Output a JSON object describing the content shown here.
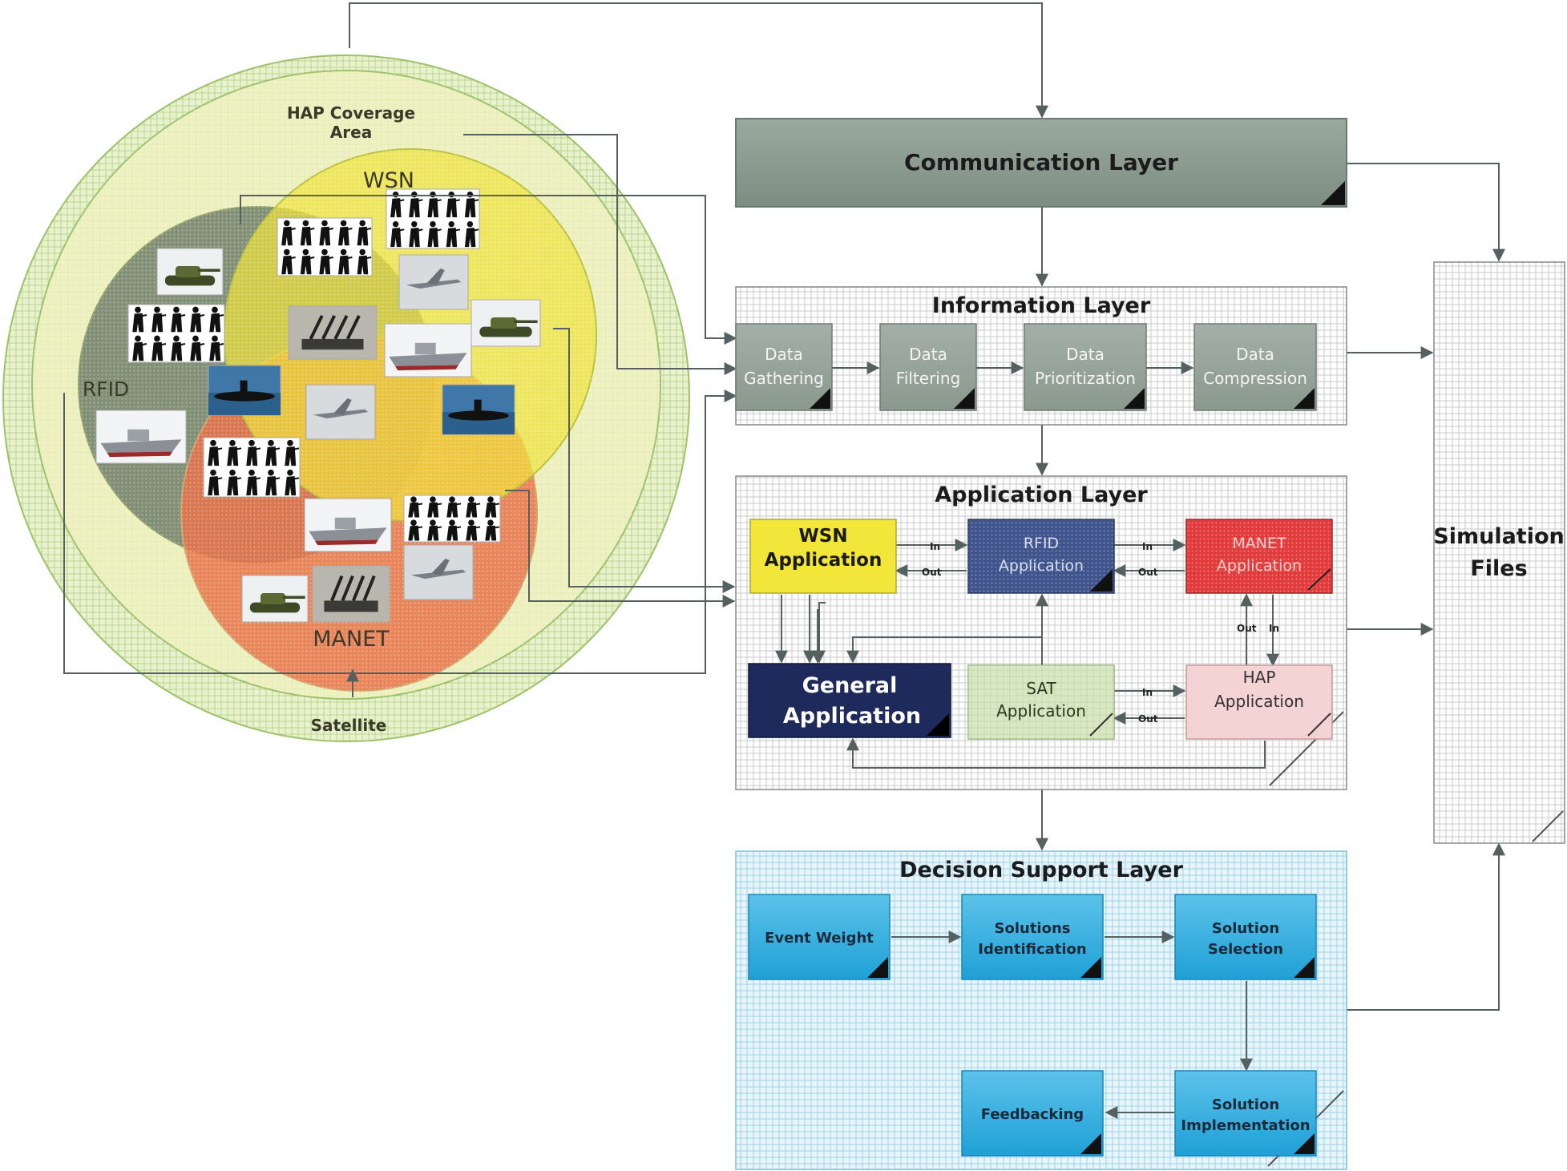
{
  "colors": {
    "communication": "#8a9a8e",
    "info_box": "#97a59b",
    "wsn": "#f2e63a",
    "rfid": "#3f548c",
    "manet": "#e23b3b",
    "general": "#1f2a5c",
    "sat": "#c7dea8",
    "hap": "#f3d3d3",
    "decision": "#2ea9dc",
    "line": "#556060"
  },
  "network": {
    "hap_label": "HAP Coverage\nArea",
    "satellite_label": "Satellite",
    "wsn_label": "WSN",
    "rfid_label": "RFID",
    "manet_label": "MANET"
  },
  "communication_layer": {
    "title": "Communication Layer"
  },
  "information_layer": {
    "title": "Information Layer",
    "steps": [
      "Data\nGathering",
      "Data\nFiltering",
      "Data\nPrioritization",
      "Data\nCompression"
    ]
  },
  "application_layer": {
    "title": "Application Layer",
    "wsn_app": "WSN\nApplication",
    "rfid_app": "RFID\nApplication",
    "manet_app": "MANET\nApplication",
    "general_app": "General\nApplication",
    "sat_app": "SAT\nApplication",
    "hap_app": "HAP\nApplication",
    "in_label": "In",
    "out_label": "Out"
  },
  "decision_layer": {
    "title": "Decision Support Layer",
    "steps": [
      "Event Weight",
      "Solutions\nIdentification",
      "Solution\nSelection",
      "Solution\nImplementation",
      "Feedbacking"
    ]
  },
  "simulation": {
    "title": "Simulation\nFiles"
  },
  "icons": {
    "soldier": "soldier-silhouette-icon",
    "tank": "tank-icon",
    "jet": "fighter-jet-icon",
    "ship": "warship-icon",
    "submarine": "submarine-icon",
    "missile": "missile-launcher-icon"
  }
}
